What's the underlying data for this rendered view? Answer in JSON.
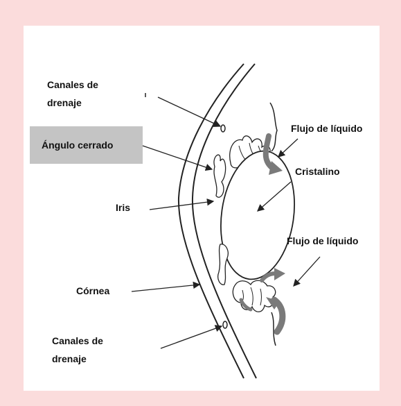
{
  "labels": {
    "drain_top_line1": "Canales de",
    "drain_top_line2": "drenaje",
    "closed_angle": "Ángulo cerrado",
    "iris": "Iris",
    "cornea": "Córnea",
    "drain_bottom_line1": "Canales de",
    "drain_bottom_line2": "drenaje",
    "flow_top": "Flujo de líquido",
    "lens": "Cristalino",
    "flow_bottom": "Flujo de líquido"
  },
  "colors": {
    "frame": "#fbdcdc",
    "panel": "#ffffff",
    "highlight_box": "#c4c4c4",
    "flow_arrow": "#7a7a7a",
    "line": "#222222"
  },
  "highlighted_label": "closed_angle"
}
